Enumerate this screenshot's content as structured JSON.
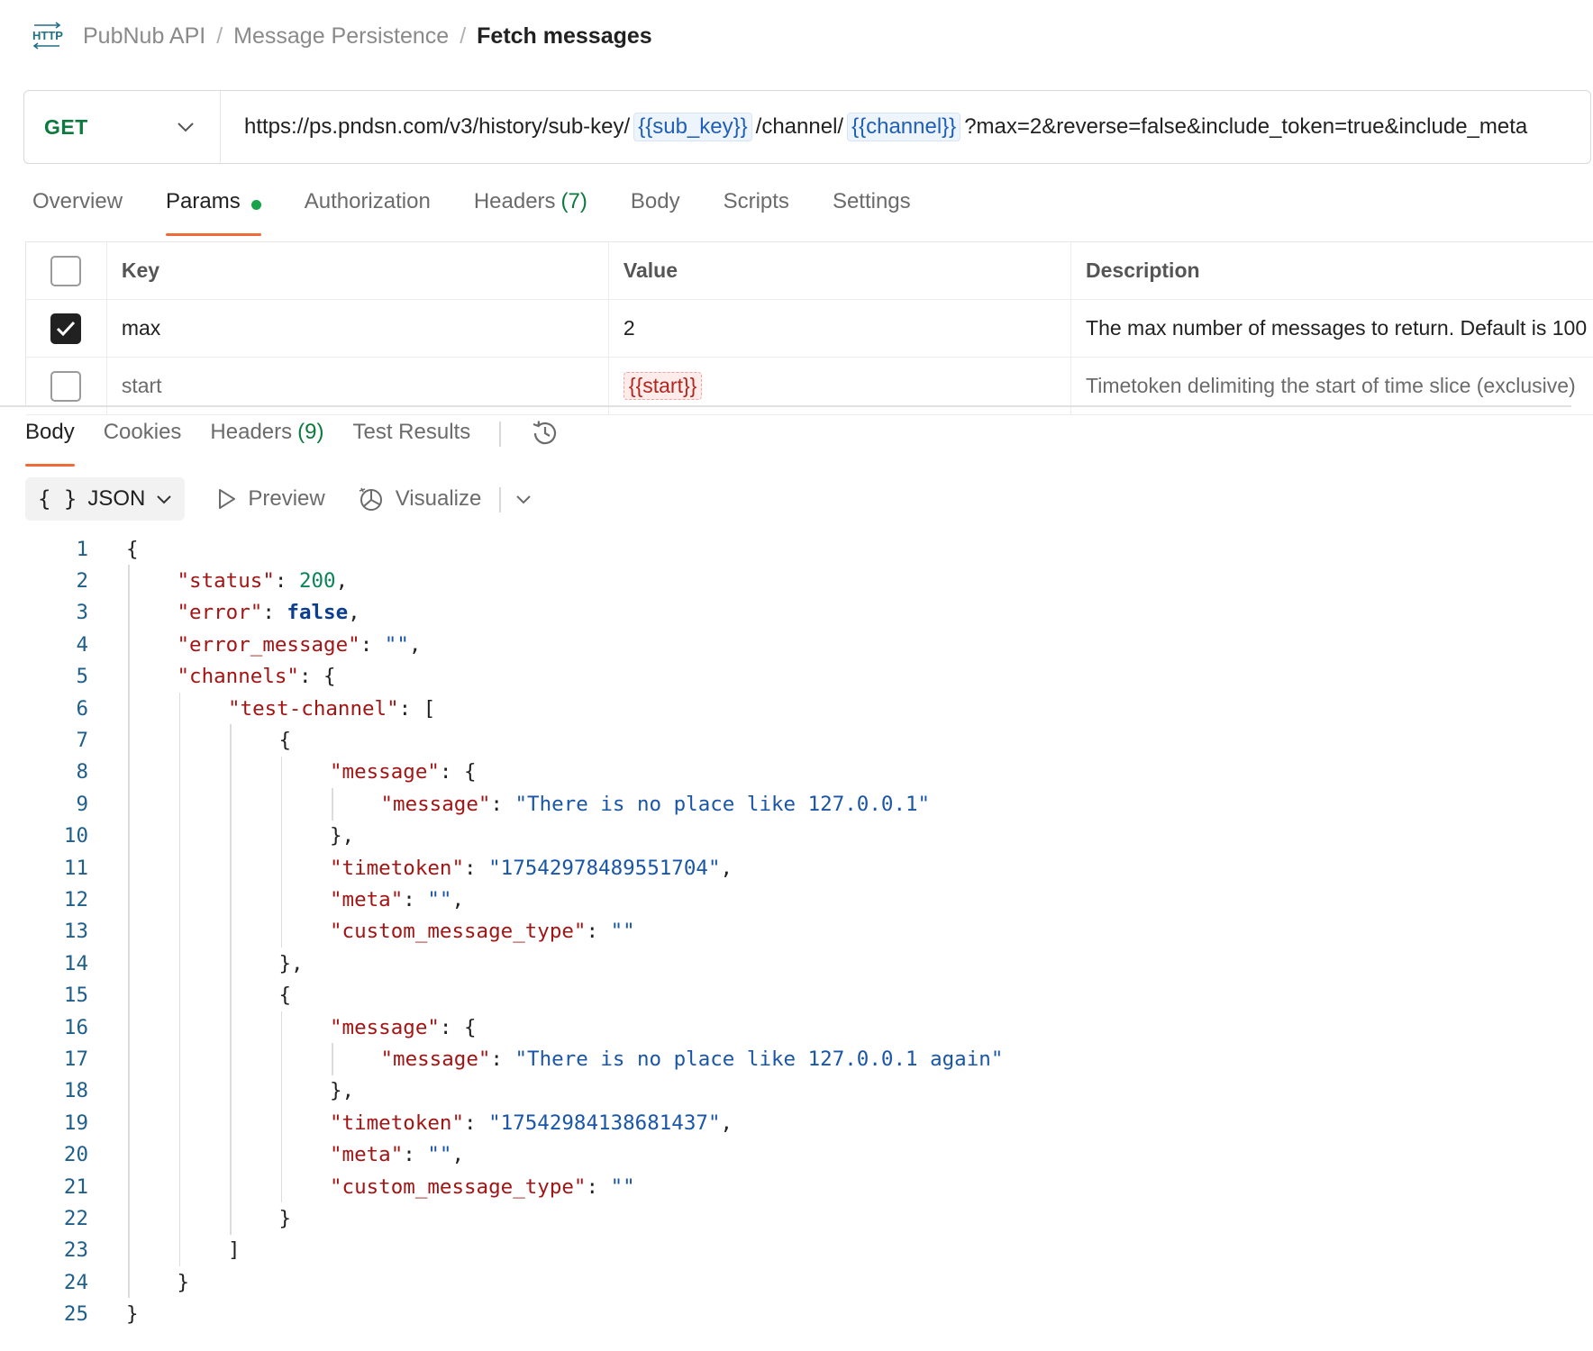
{
  "breadcrumb": {
    "items": [
      "PubNub API",
      "Message Persistence"
    ],
    "separator": "/",
    "current": "Fetch messages"
  },
  "request": {
    "method": "GET",
    "url_parts": {
      "p1": "https://ps.pndsn.com/v3/history/sub-key/",
      "v1": "{{sub_key}}",
      "p2": "/channel/",
      "v2": "{{channel}}",
      "p3": "?max=2&reverse=false&include_token=true&include_meta"
    }
  },
  "request_tabs": [
    {
      "label": "Overview"
    },
    {
      "label": "Params"
    },
    {
      "label": "Authorization"
    },
    {
      "label": "Headers",
      "count": "(7)"
    },
    {
      "label": "Body"
    },
    {
      "label": "Scripts"
    },
    {
      "label": "Settings"
    }
  ],
  "params": {
    "headers": {
      "key": "Key",
      "value": "Value",
      "description": "Description"
    },
    "rows": [
      {
        "key": "max",
        "value": "2",
        "description": "The max number of messages to return. Default is 100",
        "checked": true
      },
      {
        "key": "start",
        "value": "{{start}}",
        "description": "Timetoken delimiting the start of time slice (exclusive)",
        "checked": false
      }
    ]
  },
  "response_tabs": [
    {
      "label": "Body"
    },
    {
      "label": "Cookies"
    },
    {
      "label": "Headers",
      "count": "(9)"
    },
    {
      "label": "Test Results"
    }
  ],
  "toolbar": {
    "format": "JSON",
    "preview": "Preview",
    "visualize": "Visualize"
  },
  "code_lines": [
    [
      {
        "t": "p",
        "v": "{"
      }
    ],
    [
      {
        "t": "k",
        "v": "\"status\""
      },
      {
        "t": "p",
        "v": ": "
      },
      {
        "t": "n",
        "v": "200"
      },
      {
        "t": "p",
        "v": ","
      }
    ],
    [
      {
        "t": "k",
        "v": "\"error\""
      },
      {
        "t": "p",
        "v": ": "
      },
      {
        "t": "b",
        "v": "false"
      },
      {
        "t": "p",
        "v": ","
      }
    ],
    [
      {
        "t": "k",
        "v": "\"error_message\""
      },
      {
        "t": "p",
        "v": ": "
      },
      {
        "t": "s",
        "v": "\"\""
      },
      {
        "t": "p",
        "v": ","
      }
    ],
    [
      {
        "t": "k",
        "v": "\"channels\""
      },
      {
        "t": "p",
        "v": ": {"
      }
    ],
    [
      {
        "t": "k",
        "v": "\"test-channel\""
      },
      {
        "t": "p",
        "v": ": ["
      }
    ],
    [
      {
        "t": "p",
        "v": "{"
      }
    ],
    [
      {
        "t": "k",
        "v": "\"message\""
      },
      {
        "t": "p",
        "v": ": {"
      }
    ],
    [
      {
        "t": "k",
        "v": "\"message\""
      },
      {
        "t": "p",
        "v": ": "
      },
      {
        "t": "s",
        "v": "\"There is no place like 127.0.0.1\""
      }
    ],
    [
      {
        "t": "p",
        "v": "},"
      }
    ],
    [
      {
        "t": "k",
        "v": "\"timetoken\""
      },
      {
        "t": "p",
        "v": ": "
      },
      {
        "t": "s",
        "v": "\"17542978489551704\""
      },
      {
        "t": "p",
        "v": ","
      }
    ],
    [
      {
        "t": "k",
        "v": "\"meta\""
      },
      {
        "t": "p",
        "v": ": "
      },
      {
        "t": "s",
        "v": "\"\""
      },
      {
        "t": "p",
        "v": ","
      }
    ],
    [
      {
        "t": "k",
        "v": "\"custom_message_type\""
      },
      {
        "t": "p",
        "v": ": "
      },
      {
        "t": "s",
        "v": "\"\""
      }
    ],
    [
      {
        "t": "p",
        "v": "},"
      }
    ],
    [
      {
        "t": "p",
        "v": "{"
      }
    ],
    [
      {
        "t": "k",
        "v": "\"message\""
      },
      {
        "t": "p",
        "v": ": {"
      }
    ],
    [
      {
        "t": "k",
        "v": "\"message\""
      },
      {
        "t": "p",
        "v": ": "
      },
      {
        "t": "s",
        "v": "\"There is no place like 127.0.0.1 again\""
      }
    ],
    [
      {
        "t": "p",
        "v": "},"
      }
    ],
    [
      {
        "t": "k",
        "v": "\"timetoken\""
      },
      {
        "t": "p",
        "v": ": "
      },
      {
        "t": "s",
        "v": "\"17542984138681437\""
      },
      {
        "t": "p",
        "v": ","
      }
    ],
    [
      {
        "t": "k",
        "v": "\"meta\""
      },
      {
        "t": "p",
        "v": ": "
      },
      {
        "t": "s",
        "v": "\"\""
      },
      {
        "t": "p",
        "v": ","
      }
    ],
    [
      {
        "t": "k",
        "v": "\"custom_message_type\""
      },
      {
        "t": "p",
        "v": ": "
      },
      {
        "t": "s",
        "v": "\"\""
      }
    ],
    [
      {
        "t": "p",
        "v": "}"
      }
    ],
    [
      {
        "t": "p",
        "v": "]"
      }
    ],
    [
      {
        "t": "p",
        "v": "}"
      }
    ],
    [
      {
        "t": "p",
        "v": "}"
      }
    ]
  ],
  "colors": {
    "method_get": "#0b7a3e",
    "active_tab_underline": "#ef6b3a",
    "params_dot": "#17a34a",
    "json_key": "#a31515",
    "json_string": "#1a56a8",
    "json_number": "#098658"
  },
  "icons": {
    "breadcrumb": "http-icon",
    "method_dropdown": "chevron-down-icon",
    "history": "history-icon",
    "format_dropdown": "chevron-down-icon",
    "preview": "play-icon",
    "visualize": "visualize-icon"
  }
}
